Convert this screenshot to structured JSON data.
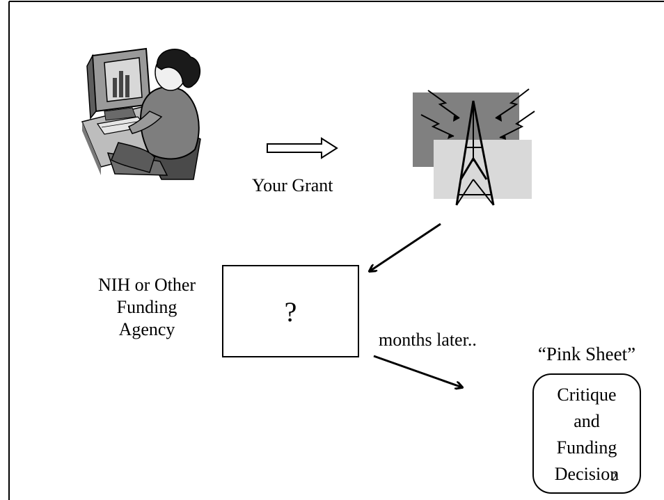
{
  "flow": {
    "grant_label": "Your Grant",
    "agency_label": "NIH or Other\nFunding\nAgency",
    "unknown_box_text": "?",
    "delay_label": "months later..",
    "pink_sheet_label": "“Pink Sheet”",
    "result_box_text": "Critique\nand\nFunding\nDecision"
  },
  "slide": {
    "page_number": "2"
  },
  "icons": [
    "woman-at-computer-icon",
    "broadcast-tower-icon",
    "hollow-right-arrow-icon"
  ],
  "colors": {
    "line": "#000000",
    "tower_back_square": "#808080",
    "tower_front_square": "#d9d9d9"
  }
}
